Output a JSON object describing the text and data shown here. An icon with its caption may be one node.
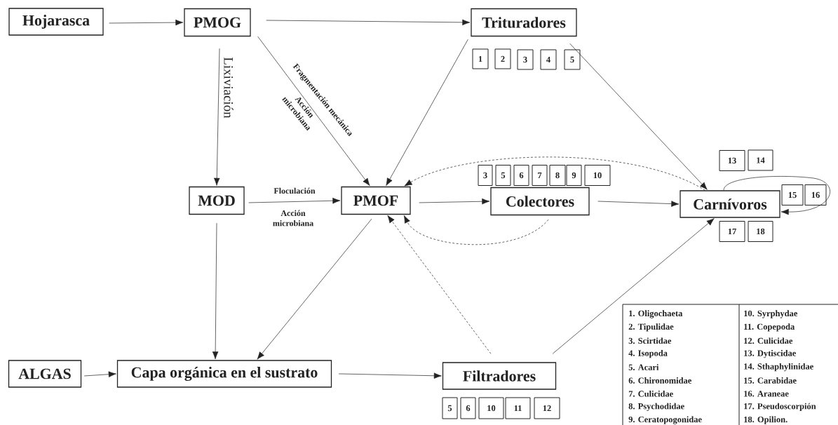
{
  "diagram": {
    "nodes": [
      {
        "text": [
          "Hojarasca"
        ]
      },
      {
        "text": [
          "PMOG"
        ]
      },
      {
        "text": [
          "Trituradores"
        ]
      },
      {
        "text": [
          "MOD"
        ]
      },
      {
        "text": [
          "PMOF"
        ]
      },
      {
        "text": [
          "Colectores"
        ]
      },
      {
        "text": [
          "Carnívoros"
        ]
      },
      {
        "text": [
          "ALGAS"
        ]
      },
      {
        "text": [
          "Capa orgánica en el sustrato"
        ]
      },
      {
        "text": [
          "Filtradores"
        ]
      },
      {
        "text": [
          "1"
        ]
      },
      {
        "text": [
          "2"
        ]
      },
      {
        "text": [
          "3"
        ]
      },
      {
        "text": [
          "4"
        ]
      },
      {
        "text": [
          "5"
        ]
      },
      {
        "text": [
          "3"
        ]
      },
      {
        "text": [
          "5"
        ]
      },
      {
        "text": [
          "6"
        ]
      },
      {
        "text": [
          "7"
        ]
      },
      {
        "text": [
          "8"
        ]
      },
      {
        "text": [
          "9"
        ]
      },
      {
        "text": [
          "10"
        ]
      },
      {
        "text": [
          "13"
        ]
      },
      {
        "text": [
          "14"
        ]
      },
      {
        "text": [
          "15"
        ]
      },
      {
        "text": [
          "16"
        ]
      },
      {
        "text": [
          "17"
        ]
      },
      {
        "text": [
          "18"
        ]
      },
      {
        "text": [
          "5"
        ]
      },
      {
        "text": [
          "6"
        ]
      },
      {
        "text": [
          "10"
        ]
      },
      {
        "text": [
          "11"
        ]
      },
      {
        "text": [
          "12"
        ]
      }
    ],
    "edges": [
      {
        "from": 0,
        "to": 1,
        "arrow": "to"
      },
      {
        "from": 1,
        "to": 2,
        "arrow": "to"
      },
      {
        "from": 1,
        "to": 3,
        "arrow": "to",
        "label": "Lixiviación"
      },
      {
        "from": 1,
        "to": 4,
        "arrow": "to",
        "label": "Fragmentación mecánica"
      },
      {
        "from": 2,
        "to": 4,
        "arrow": "to"
      },
      {
        "from": 2,
        "to": 6,
        "arrow": "to"
      },
      {
        "from": 6,
        "to": 4,
        "arrow": "to",
        "style": "dashed"
      },
      {
        "from": 3,
        "to": 4,
        "arrow": "to",
        "label": "Floculación"
      },
      {
        "from": 3,
        "to": 8,
        "arrow": "to"
      },
      {
        "from": 4,
        "to": 5,
        "arrow": "to"
      },
      {
        "from": 5,
        "to": 6,
        "arrow": "to"
      },
      {
        "from": 5,
        "to": 4,
        "arrow": "to",
        "style": "dashed"
      },
      {
        "from": 4,
        "to": 8,
        "arrow": "to"
      },
      {
        "from": 7,
        "to": 8,
        "arrow": "to"
      },
      {
        "from": 8,
        "to": 9,
        "arrow": "to"
      },
      {
        "from": 9,
        "to": 4,
        "arrow": "to",
        "style": "dashed"
      },
      {
        "from": 9,
        "to": 6,
        "arrow": "to"
      },
      {
        "from": 6,
        "to": 6,
        "arrow": "to"
      }
    ],
    "labels": [
      "Acción microbiana",
      "Acción microbiana",
      "1. Oligochaeta",
      "10. Syrphydae",
      "2. Tipulidae",
      "11. Copepoda",
      "3. Scirtidae",
      "12. Culicidae",
      "4. Isopoda",
      "13. Dytiscidae",
      "5. Acari",
      "14. Sthaphylinidae",
      "6. Chironomidae",
      "15. Carabidae",
      "7. Culicidae",
      "16. Araneae",
      "8. Psychodidae",
      "17. Pseudoscorpión",
      "9. Ceratopogonidae",
      "18. Opilion."
    ]
  }
}
